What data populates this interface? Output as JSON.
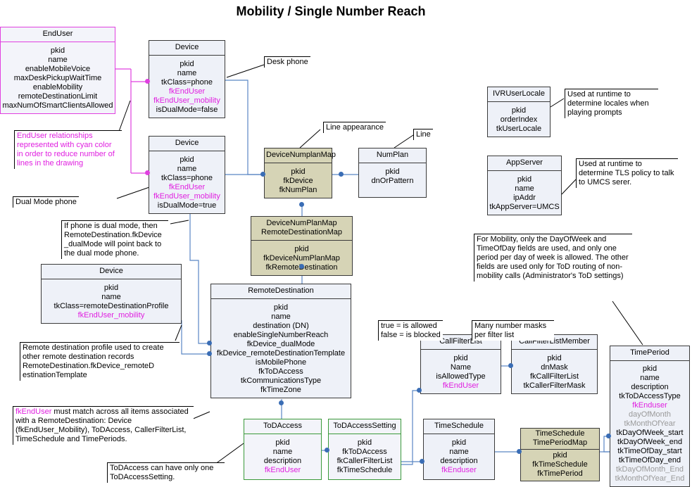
{
  "title": "Mobility / Single Number Reach",
  "entities": {
    "enduser": {
      "name": "EndUser",
      "fields": [
        "pkid",
        "name",
        "enableMobileVoice",
        "maxDeskPickupWaitTime",
        "enableMobility",
        "remoteDestinationLimit",
        "maxNumOfSmartClientsAllowed"
      ]
    },
    "device_desk": {
      "name": "Device",
      "fields": [
        "pkid",
        "name",
        "tkClass=phone",
        "fkEndUser",
        "fkEndUser_mobility",
        "isDualMode=false"
      ]
    },
    "device_dual": {
      "name": "Device",
      "fields": [
        "pkid",
        "name",
        "tkClass=phone",
        "fkEndUser",
        "fkEndUser_mobility",
        "isDualMode=true"
      ]
    },
    "device_rdp": {
      "name": "Device",
      "fields": [
        "pkid",
        "name",
        "tkClass=remoteDestinationProfile",
        "fkEndUser_mobility"
      ]
    },
    "devicenumplanmap": {
      "name": "DeviceNumplanMap",
      "fields": [
        "pkid",
        "fkDevice",
        "fkNumPlan"
      ]
    },
    "numplan": {
      "name": "NumPlan",
      "fields": [
        "pkid",
        "dnOrPattern"
      ]
    },
    "dnpm_rdm": {
      "name_line1": "DeviceNumPlanMap",
      "name_line2": "RemoteDestinationMap",
      "fields": [
        "pkid",
        "fkDeviceNumPlanMap",
        "fkRemoteDestination"
      ]
    },
    "remotedestination": {
      "name": "RemoteDestination",
      "fields": [
        "pkid",
        "name",
        "destination (DN)",
        "enableSingleNumberReach",
        "fkDevice_dualMode",
        "fkDevice_remoteDestinationTemplate",
        "isMobilePhone",
        "fkToDAccess",
        "tkCommunicationsType",
        "fkTimeZone"
      ]
    },
    "ivruserlocale": {
      "name": "IVRUserLocale",
      "fields": [
        "pkid",
        "orderIndex",
        "tkUserLocale"
      ]
    },
    "appserver": {
      "name": "AppServer",
      "fields": [
        "pkid",
        "name",
        "ipAddr",
        "tkAppServer=UMCS"
      ]
    },
    "callfilterlist": {
      "name": "CallFilterList",
      "fields": [
        "pkid",
        "Name",
        "isAllowedType",
        "fkEndUser"
      ]
    },
    "callfilterlistmember": {
      "name": "CallFilterListMember",
      "fields": [
        "pkid",
        "dnMask",
        "fkCallFilterList",
        "tkCallerFilterMask"
      ]
    },
    "timeperiod": {
      "name": "TimePeriod",
      "fields": [
        "pkid",
        "name",
        "description",
        "tkToDAccessType",
        "fkEnduser",
        "dayOfMonth",
        "tkMonthOfYear",
        "tkDayOfWeek_start",
        "tkDayOfWeek_end",
        "tkTimeOfDay_start",
        "tkTimeOfDay_end",
        "tkDayOfMonth_End",
        "tkMonthOfYear_End"
      ]
    },
    "todaccess": {
      "name": "ToDAccess",
      "fields": [
        "pkid",
        "name",
        "description",
        "fkEndUser"
      ]
    },
    "todaccesssetting": {
      "name": "ToDAccessSetting",
      "fields": [
        "pkid",
        "fkToDAccess",
        "fkCallerFilterList",
        "fkTimeSchedule"
      ]
    },
    "timeschedule": {
      "name": "TimeSchedule",
      "fields": [
        "pkid",
        "name",
        "description",
        "fkEnduser"
      ]
    },
    "tstpm": {
      "name_line1": "TimeSchedule",
      "name_line2": "TimePeriodMap",
      "fields": [
        "pkid",
        "fkTimeSchedule",
        "fkTimePeriod"
      ]
    }
  },
  "notes": {
    "desk_phone": "Desk phone",
    "line_appearance": "Line appearance",
    "line": "Line",
    "enduser_rel": "EndUser relationships represented with cyan color in order to reduce number of lines in the drawing",
    "dual_mode_phone": "Dual Mode phone",
    "dual_mode_note": "If phone  is dual mode, then RemoteDestination.fkDevice _dualMode will point back to the dual mode phone.",
    "ivr_note": "Used at runtime  to determine locales when playing prompts",
    "appserver_note": "Used at runtime to determine TLS policy to talk to UMCS serer.",
    "mobility_note": "For Mobility, only the DayOfWeek and TimeOfDay fields are used, and only one period per day of week is allowed. The other fields are used only for ToD routing of non-mobility calls (Administrator's ToD settings)",
    "true_false": "true = is allowed\nfalse = is blocked",
    "many_masks": "Many number masks per filter list",
    "rdp_note": "Remote destination profile used to create other remote destination records RemoteDestination.fkDevice_remoteD estinationTemplate",
    "fk_enduser_prefix": "fkEndUser",
    "fk_enduser_rest": " must match across all items associated with a RemoteDestination: Device (fkEndUser_Mobility), ToDAccess, CallerFilterList, TimeSchedule and TimePeriods.",
    "todaccess_note": "ToDAccess can have only one ToDAccessSetting."
  }
}
